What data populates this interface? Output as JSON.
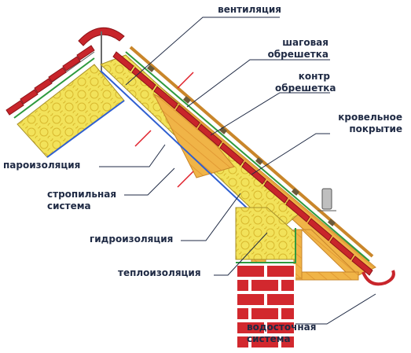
{
  "labels": {
    "ventilation": "вентиляция",
    "step_batten_1": "шаговая",
    "step_batten_2": "обрешетка",
    "counter_batten_1": "контр",
    "counter_batten_2": "обрешетка",
    "roofing_1": "кровельное",
    "roofing_2": "покрытие",
    "vapor_barrier": "пароизоляция",
    "rafter_1": "стропильная",
    "rafter_2": "система",
    "waterproofing": "гидроизоляция",
    "insulation": "теплоизоляция",
    "drainage_1": "водосточная",
    "drainage_2": "система"
  },
  "colors": {
    "tile": "#c8252b",
    "tile_dark": "#8e1418",
    "insulation": "#f2e25a",
    "wood": "#f0b447",
    "wood_dark": "#c9862a",
    "membrane_green": "#2e9a3e",
    "membrane_blue": "#2f5fd0",
    "brick": "#d2282e",
    "mortar": "#ffffff",
    "leader": "#1f2a44"
  }
}
